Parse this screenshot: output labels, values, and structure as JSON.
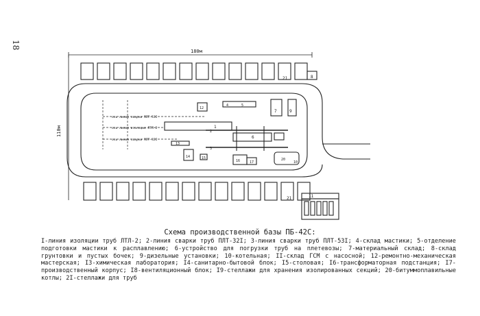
{
  "page_number": "18",
  "dimensions": {
    "width": "180м",
    "height": "110м"
  },
  "numbers": [
    "21",
    "21",
    "8",
    "7",
    "9",
    "10",
    "11",
    "14",
    "15",
    "16",
    "17",
    "12",
    "4",
    "5",
    "1",
    "2",
    "3",
    "13",
    "20"
  ],
  "line_labels": [
    "ось линии сварки ПЛТ-53I",
    "ось линии изоляции ЛТЛ-2",
    "ось линии сварки ПЛТ-32I"
  ],
  "caption": "Схема производственной базы ПБ-42С:",
  "legend": [
    "I-линия изоляции труб ЛТЛ-2;",
    "2-линия сварки труб ПЛТ-32I;",
    "3-линия сварки труб ПЛТ-53I;",
    "4-склад мастики;",
    "5-отделение подготовки мастики к расплавлению;",
    "6-устройство для погрузки труб на плетевозы;",
    "7-материальный склад;",
    "8-склад грунтовки и пустых бочек;",
    "9-дизельные установки;",
    "10-котельная;",
    "II-склад ГСМ с насосной;",
    "12-ремонтно-механическая мастерская;",
    "I3-химическая лаборатория;",
    "I4-санитарно-бытовой блок;",
    "I5-столовая;",
    "I6-трансформаторная подстанция;",
    "I7-производственный корпус;",
    "I8-вентиляционный блок;",
    "I9-стеллажи для хранения изолированных секций;",
    "20-битуммоплавильные котлы;",
    "2I-стеллажи для труб"
  ]
}
